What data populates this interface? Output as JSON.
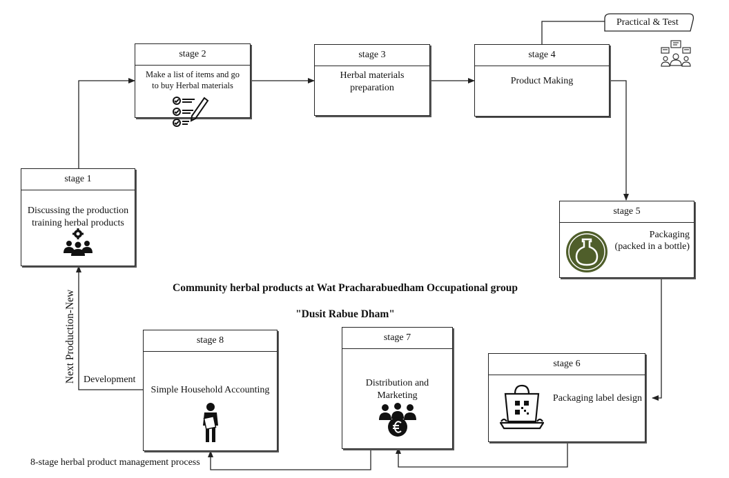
{
  "title": {
    "line1": "Community herbal products at Wat Pracharabuedham Occupational group",
    "line2": "\"Dusit Rabue Dham\""
  },
  "stages": {
    "s1": {
      "header": "stage 1",
      "text": "Discussing the production training herbal products",
      "icon": "team-gear-icon"
    },
    "s2": {
      "header": "stage 2",
      "text": "Make a list of items and go to buy Herbal materials",
      "icon": "checklist-pen-icon"
    },
    "s3": {
      "header": "stage 3",
      "text": "Herbal materials preparation"
    },
    "s4": {
      "header": "stage 4",
      "text": "Product Making"
    },
    "s5": {
      "header": "stage 5",
      "line1": "Packaging",
      "line2": "(packed in a bottle)",
      "icon": "bottle-icon"
    },
    "s6": {
      "header": "stage 6",
      "text": "Packaging label design",
      "icon": "shopping-bag-qr-icon"
    },
    "s7": {
      "header": "stage 7",
      "text": "Distribution and Marketing",
      "icon": "group-euro-icon"
    },
    "s8": {
      "header": "stage 8",
      "text": "Simple Household Accounting",
      "icon": "person-clipboard-icon"
    }
  },
  "callout": {
    "text": "Practical & Test",
    "icon": "presentation-group-icon"
  },
  "side_labels": {
    "vertical": "Next Production-New",
    "development": "Development",
    "footer": "8-stage herbal product management process"
  },
  "colors": {
    "line": "#222222",
    "bottle_fill": "#4f5e2a",
    "bottle_ring": "#ffffff"
  }
}
